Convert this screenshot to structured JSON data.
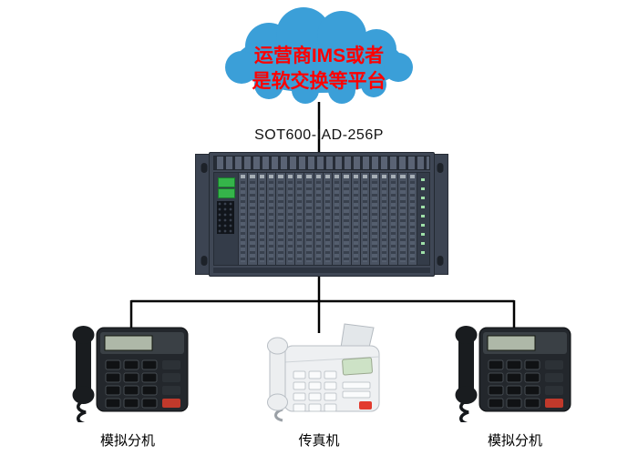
{
  "cloud": {
    "line1": "运营商IMS或者",
    "line2": "是软交换等平台"
  },
  "device": {
    "label": "SOT600-IAD-256P",
    "card_slots": 19
  },
  "endpoints": [
    {
      "label": "模拟分机",
      "type": "analog-phone"
    },
    {
      "label": "传真机",
      "type": "fax-machine"
    },
    {
      "label": "模拟分机",
      "type": "analog-phone"
    }
  ],
  "colors": {
    "cloud_fill": "#3b9fd8",
    "cloud_text": "#ff0000",
    "line": "#000000"
  }
}
